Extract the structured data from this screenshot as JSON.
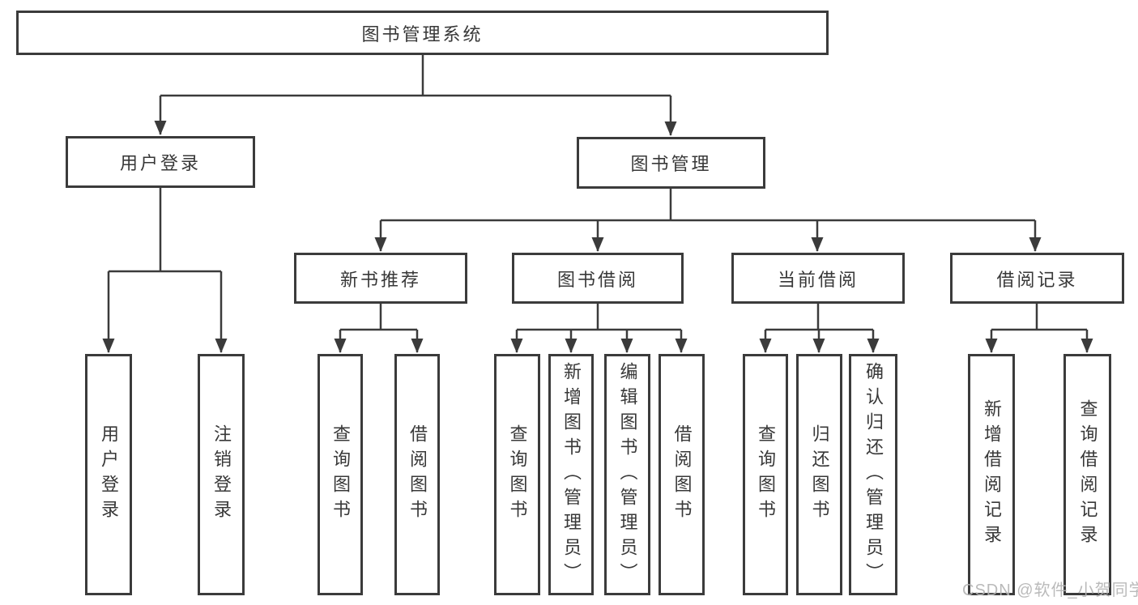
{
  "diagram": {
    "root": {
      "label": "图书管理系统"
    },
    "level2": {
      "userLogin": {
        "label": "用户登录"
      },
      "bookMgmt": {
        "label": "图书管理"
      }
    },
    "level3": {
      "newBooks": {
        "label": "新书推荐"
      },
      "borrow": {
        "label": "图书借阅"
      },
      "current": {
        "label": "当前借阅"
      },
      "records": {
        "label": "借阅记录"
      }
    },
    "leaves": {
      "userLogin": [
        "用户登录",
        "注销登录"
      ],
      "newBooks": [
        "查询图书",
        "借阅图书"
      ],
      "borrow": [
        "查询图书",
        "新增图书（管理员）",
        "编辑图书（管理员）",
        "借阅图书"
      ],
      "current": [
        "查询图书",
        "归还图书",
        "确认归还（管理员）"
      ],
      "records": [
        "新增借阅记录",
        "查询借阅记录"
      ]
    }
  },
  "watermark": "CSDN @软件_小贺同学",
  "colors": {
    "line": "#3b3b3b",
    "text": "#383838",
    "background": "#ffffff",
    "watermark": "#b3b3b3"
  }
}
